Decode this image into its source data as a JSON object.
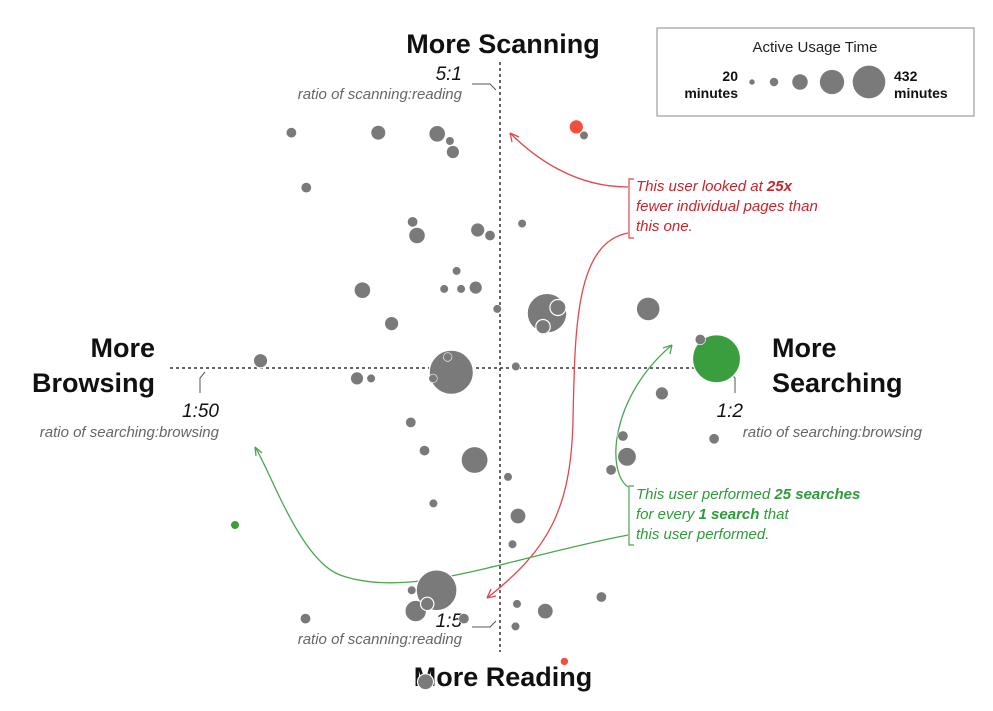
{
  "chart_data": {
    "type": "scatter",
    "title": "",
    "axes": {
      "top": {
        "title": "More Scanning",
        "ratio": "5:1",
        "ratio_label": "ratio of scanning:reading"
      },
      "bottom": {
        "title": "More Reading",
        "ratio": "1:5",
        "ratio_label": "ratio of scanning:reading"
      },
      "left": {
        "title_line1": "More",
        "title_line2": "Browsing",
        "ratio": "1:50",
        "ratio_label": "ratio of searching:browsing"
      },
      "right": {
        "title_line1": "More",
        "title_line2": "Searching",
        "ratio": "1:2",
        "ratio_label": "ratio of searching:browsing"
      }
    },
    "x_scale": "log",
    "x_range": [
      0.02,
      0.5
    ],
    "y_scale": "log",
    "y_range": [
      0.2,
      5
    ],
    "size_encoding": "Active Usage Time (minutes)",
    "legend": {
      "title": "Active Usage Time",
      "min_label_line1": "20",
      "min_label_line2": "minutes",
      "max_label_line1": "432",
      "max_label_line2": "minutes",
      "position": "top-right"
    },
    "points": [
      {
        "x": 0.0398,
        "y": 3.4,
        "minutes": 30
      },
      {
        "x": 0.0433,
        "y": 2.52,
        "minutes": 30
      },
      {
        "x": 0.0651,
        "y": 3.4,
        "minutes": 55
      },
      {
        "x": 0.0791,
        "y": 2.09,
        "minutes": 30
      },
      {
        "x": 0.0811,
        "y": 1.94,
        "minutes": 65
      },
      {
        "x": 0.0595,
        "y": 1.44,
        "minutes": 65
      },
      {
        "x": 0.0702,
        "y": 1.2,
        "minutes": 50
      },
      {
        "x": 0.0334,
        "y": 0.98,
        "minutes": 50
      },
      {
        "x": 0.0577,
        "y": 0.89,
        "minutes": 45
      },
      {
        "x": 0.0625,
        "y": 0.89,
        "minutes": 22
      },
      {
        "x": 0.0783,
        "y": 0.7,
        "minutes": 30
      },
      {
        "x": 0.0888,
        "y": 0.89,
        "minutes": 22
      },
      {
        "x": 0.0985,
        "y": 0.92,
        "minutes": 370
      },
      {
        "x": 0.0965,
        "y": 1.0,
        "minutes": 22
      },
      {
        "x": 0.0946,
        "y": 1.45,
        "minutes": 22
      },
      {
        "x": 0.1041,
        "y": 1.45,
        "minutes": 22
      },
      {
        "x": 0.1131,
        "y": 1.46,
        "minutes": 45
      },
      {
        "x": 0.1144,
        "y": 2.0,
        "minutes": 50
      },
      {
        "x": 0.1226,
        "y": 1.94,
        "minutes": 30
      },
      {
        "x": 0.1015,
        "y": 1.6,
        "minutes": 22
      },
      {
        "x": 0.0909,
        "y": 3.38,
        "minutes": 65
      },
      {
        "x": 0.0977,
        "y": 3.25,
        "minutes": 22
      },
      {
        "x": 0.0994,
        "y": 3.06,
        "minutes": 45
      },
      {
        "x": 0.0846,
        "y": 0.6,
        "minutes": 30
      },
      {
        "x": 0.1124,
        "y": 0.57,
        "minutes": 150
      },
      {
        "x": 0.1358,
        "y": 0.52,
        "minutes": 22
      },
      {
        "x": 0.089,
        "y": 0.45,
        "minutes": 22
      },
      {
        "x": 0.1437,
        "y": 0.42,
        "minutes": 60
      },
      {
        "x": 0.1393,
        "y": 0.36,
        "minutes": 22
      },
      {
        "x": 0.1278,
        "y": 1.3,
        "minutes": 22
      },
      {
        "x": 0.1471,
        "y": 2.07,
        "minutes": 22
      },
      {
        "x": 0.1694,
        "y": 1.27,
        "minutes": 300
      },
      {
        "x": 0.1656,
        "y": 1.18,
        "minutes": 50
      },
      {
        "x": 0.1802,
        "y": 1.31,
        "minutes": 60
      },
      {
        "x": 0.1419,
        "y": 0.95,
        "minutes": 22
      },
      {
        "x": 0.0906,
        "y": 0.28,
        "minutes": 320
      },
      {
        "x": 0.0859,
        "y": 0.26,
        "minutes": 45
      },
      {
        "x": 0.0805,
        "y": 0.25,
        "minutes": 100
      },
      {
        "x": 0.0787,
        "y": 0.28,
        "minutes": 22
      },
      {
        "x": 0.0431,
        "y": 0.24,
        "minutes": 30
      },
      {
        "x": 0.1058,
        "y": 0.24,
        "minutes": 30
      },
      {
        "x": 0.1429,
        "y": 0.26,
        "minutes": 22
      },
      {
        "x": 0.1678,
        "y": 0.25,
        "minutes": 60
      },
      {
        "x": 0.1417,
        "y": 0.23,
        "minutes": 22
      },
      {
        "x": 0.0851,
        "y": 0.17,
        "minutes": 60
      },
      {
        "x": 0.2305,
        "y": 0.27,
        "minutes": 30
      },
      {
        "x": 0.2436,
        "y": 0.54,
        "minutes": 30
      },
      {
        "x": 0.2665,
        "y": 0.58,
        "minutes": 80
      },
      {
        "x": 0.2605,
        "y": 0.65,
        "minutes": 30
      },
      {
        "x": 0.3006,
        "y": 1.3,
        "minutes": 120
      },
      {
        "x": 0.3248,
        "y": 0.82,
        "minutes": 45
      },
      {
        "x": 0.4039,
        "y": 1.1,
        "minutes": 30
      },
      {
        "x": 0.4366,
        "y": 0.64,
        "minutes": 30
      },
      {
        "x": 0.2089,
        "y": 3.35,
        "minutes": 22
      },
      {
        "x": 0.2,
        "y": 3.51,
        "minutes": 50,
        "highlight": "red"
      },
      {
        "x": 0.1869,
        "y": 0.19,
        "minutes": 20,
        "highlight": "red"
      },
      {
        "x": 0.4426,
        "y": 0.99,
        "minutes": 432,
        "highlight": "green"
      },
      {
        "x": 0.0289,
        "y": 0.4,
        "minutes": 22,
        "highlight": "green"
      }
    ],
    "annotations": [
      {
        "color": "red",
        "lines": [
          [
            {
              "t": "This user looked at ",
              "b": false
            },
            {
              "t": "25x",
              "b": true
            }
          ],
          [
            {
              "t": "fewer individual pages than",
              "b": false
            }
          ],
          [
            {
              "t": "this one.",
              "b": false
            }
          ]
        ]
      },
      {
        "color": "green",
        "lines": [
          [
            {
              "t": "This user performed ",
              "b": false
            },
            {
              "t": "25 searches",
              "b": true
            }
          ],
          [
            {
              "t": "for every ",
              "b": false
            },
            {
              "t": "1 search",
              "b": true
            },
            {
              "t": " that",
              "b": false
            }
          ],
          [
            {
              "t": "this user performed.",
              "b": false
            }
          ]
        ]
      }
    ],
    "colors": {
      "default": "#7a7a7a",
      "red": "#f0503c",
      "green": "#3a9e3e",
      "note_red": "#c8252b",
      "note_green": "#2f9b3a"
    }
  }
}
